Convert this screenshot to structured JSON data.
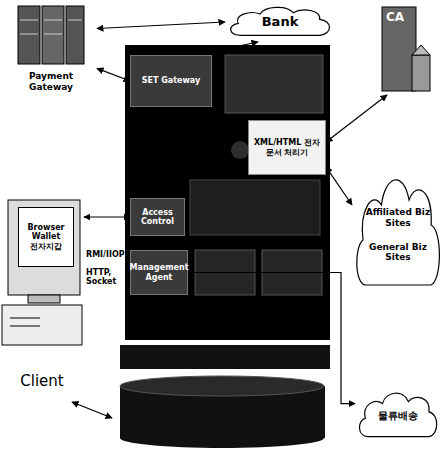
{
  "diagram": {
    "nodes": [
      {
        "text": [
          "Payment Gateway"
        ]
      },
      {
        "text": [
          "Bank"
        ]
      },
      {
        "text": [
          "SET Gateway"
        ]
      },
      {
        "text": [
          "XML/HTML 전자문서 처리기"
        ]
      },
      {
        "text": [
          "Access Control"
        ]
      },
      {
        "text": [
          "Management Agent"
        ]
      },
      {
        "text": [
          "CA"
        ]
      },
      {
        "text": [
          "Affiliated Biz Sites",
          "General Biz Sites"
        ]
      },
      {
        "text": [
          "물류배송"
        ]
      },
      {
        "text": [
          "Client"
        ]
      },
      {
        "text": [
          "Browser Wallet",
          "전자지갑"
        ],
        "in": 9
      }
    ],
    "edges": [
      {
        "from": 0,
        "to": 1,
        "arrow": "both"
      },
      {
        "from": 0,
        "to": 2,
        "arrow": "both"
      },
      {
        "from": 2,
        "to": 1,
        "arrow": "both"
      },
      {
        "from": 3,
        "to": 6,
        "arrow": "both"
      },
      {
        "from": 3,
        "to": 7,
        "arrow": "both"
      },
      {
        "from": 5,
        "to": 8,
        "arrow": "both"
      },
      {
        "from": 9,
        "to": 4,
        "arrow": "both"
      }
    ],
    "labels": [
      "RMI/IIOP",
      "HTTP, Socket"
    ]
  }
}
